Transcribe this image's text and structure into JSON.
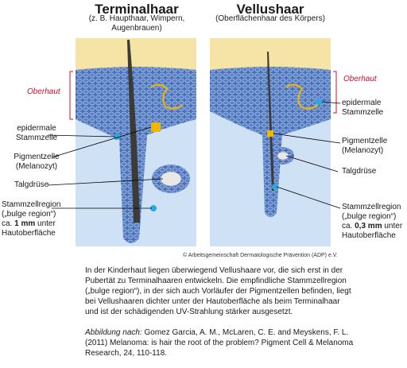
{
  "left_panel": {
    "title": "Terminalhaar",
    "subtitle": "(z. B. Haupthaar, Wimpern, Augenbrauen)",
    "labels": {
      "oberhaut": "Oberhaut",
      "stammzelle": "epidermale Stammzelle",
      "pigmentzelle": "Pigmentzelle (Melanozyt)",
      "talgdruese": "Talgdrüse",
      "stammzellregion": "Stammzellregion („bulge region“)",
      "distance_pre": "ca.",
      "distance_value": "1 mm",
      "distance_post": "unter Hautoberfläche"
    }
  },
  "right_panel": {
    "title": "Vellushaar",
    "subtitle": "(Oberflächenhaar des Körpers)",
    "labels": {
      "oberhaut": "Oberhaut",
      "stammzelle": "epidermale Stammzelle",
      "pigmentzelle": "Pigmentzelle (Melanozyt)",
      "talgdruese": "Talgdrüse",
      "stammzellregion": "Stammzellregion („bulge region“)",
      "distance_pre": "ca.",
      "distance_value": "0,3 mm",
      "distance_post": "unter Hautoberfläche"
    }
  },
  "copyright": "© Arbeitsgemeinschaft Dermatologische Prävention (ADP) e.V.",
  "caption": "In der Kinderhaut liegen überwiegend Vellushaare vor, die sich erst in der Pubertät zu Terminalhaaren entwickeln. Die empfindliche Stammzellregion („bulge region“), in der sich auch Vorläufer der Pigmentzellen befinden, liegt bei Vellushaaren dichter unter der Hautoberfläche als beim Terminalhaar und ist der schädigenden UV-Strahlung stärker ausgesetzt.",
  "citation": {
    "prefix": "Abbildung nach:",
    "text": "Gomez Garcia, A. M., McLaren, C. E. and Meyskens, F. L. (2011) Melanoma: is hair the root of the problem? Pigment Cell & Melanoma Research, 24, 110-118."
  },
  "colors": {
    "sky": "#f6e3a6",
    "dermis": "#cfe1f4",
    "epidermis": "#4a70b8",
    "cell_outline": "#bcd0ee",
    "hair": "#3d3a38",
    "pigment": "#f0b700",
    "stem": "#2aa8e0",
    "bracket": "#c8102e"
  }
}
